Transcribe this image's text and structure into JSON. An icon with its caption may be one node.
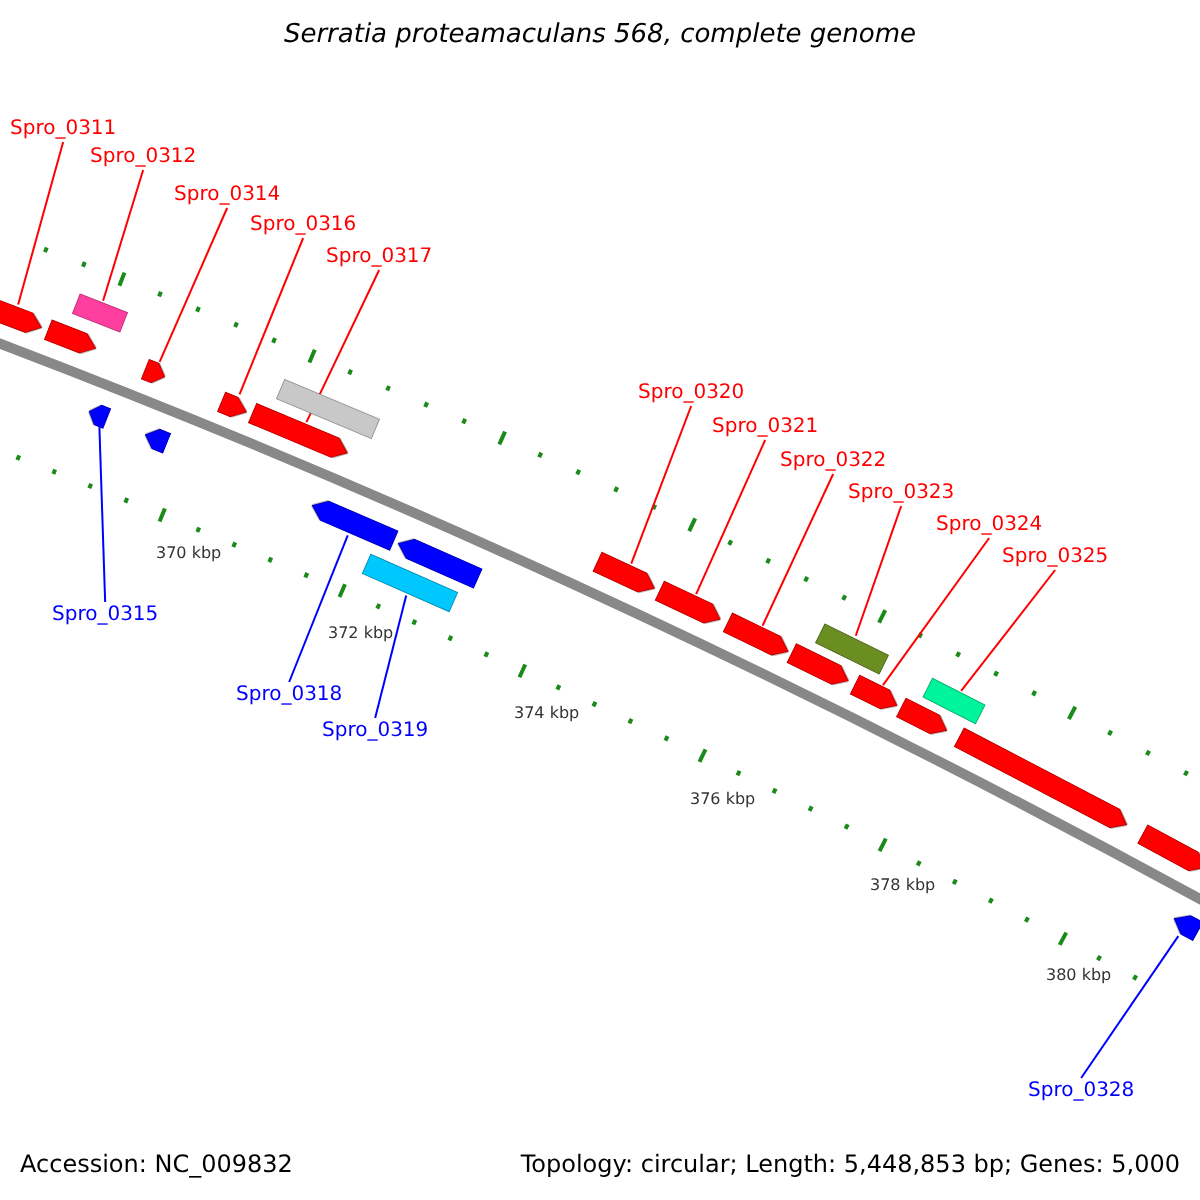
{
  "diagram": {
    "title": "Serratia proteamaculans 568, complete genome",
    "nodes": [
      {
        "text": [
          "Spro_0311"
        ]
      },
      {
        "text": [
          "Spro_0312"
        ]
      },
      {
        "text": [
          "Spro_0314"
        ]
      },
      {
        "text": [
          "Spro_0316"
        ]
      },
      {
        "text": [
          "Spro_0317"
        ]
      },
      {
        "text": [
          "Spro_0320"
        ]
      },
      {
        "text": [
          "Spro_0321"
        ]
      },
      {
        "text": [
          "Spro_0322"
        ]
      },
      {
        "text": [
          "Spro_0323"
        ]
      },
      {
        "text": [
          "Spro_0324"
        ]
      },
      {
        "text": [
          "Spro_0325"
        ]
      },
      {
        "text": [
          "Spro_0315"
        ]
      },
      {
        "text": [
          "Spro_0318"
        ]
      },
      {
        "text": [
          "Spro_0319"
        ]
      },
      {
        "text": [
          "Spro_0328"
        ]
      },
      {
        "text": [],
        "shape": "pentagon"
      },
      {
        "text": [],
        "shape": "box"
      },
      {
        "text": [],
        "shape": "pentagon"
      },
      {
        "text": [],
        "shape": "pentagon"
      },
      {
        "text": [],
        "shape": "pentagon"
      },
      {
        "text": [],
        "shape": "pentagon"
      },
      {
        "text": [],
        "shape": "pentagon"
      },
      {
        "text": [],
        "shape": "box"
      },
      {
        "text": [],
        "shape": "pentagon"
      },
      {
        "text": [],
        "shape": "pentagon"
      },
      {
        "text": [],
        "shape": "pentagon"
      },
      {
        "text": [],
        "shape": "box"
      },
      {
        "text": [],
        "shape": "pentagon"
      },
      {
        "text": [],
        "shape": "pentagon"
      },
      {
        "text": [],
        "shape": "pentagon"
      },
      {
        "text": [],
        "shape": "box"
      },
      {
        "text": [],
        "shape": "pentagon"
      },
      {
        "text": [],
        "shape": "pentagon"
      },
      {
        "text": [],
        "shape": "box"
      },
      {
        "text": [],
        "shape": "pentagon"
      },
      {
        "text": [],
        "shape": "pentagon"
      },
      {
        "text": [],
        "shape": "pentagon"
      },
      {
        "text": [],
        "shape": "pentagon"
      }
    ],
    "edges": [
      {
        "from": 0,
        "to": 15,
        "arrow": "none"
      },
      {
        "from": 1,
        "to": 16,
        "arrow": "none"
      },
      {
        "from": 2,
        "to": 18,
        "arrow": "none"
      },
      {
        "from": 11,
        "to": 19,
        "arrow": "none",
        "color": "#0000ff"
      },
      {
        "from": 3,
        "to": 21,
        "arrow": "none"
      },
      {
        "from": 4,
        "to": 23,
        "arrow": "none"
      },
      {
        "from": 12,
        "to": 24,
        "arrow": "none",
        "color": "#0000ff"
      },
      {
        "from": 13,
        "to": 26,
        "arrow": "none",
        "color": "#0000ff"
      },
      {
        "from": 5,
        "to": 27,
        "arrow": "none"
      },
      {
        "from": 6,
        "to": 28,
        "arrow": "none"
      },
      {
        "from": 7,
        "to": 29,
        "arrow": "none"
      },
      {
        "from": 8,
        "to": 30,
        "arrow": "none"
      },
      {
        "from": 9,
        "to": 32,
        "arrow": "none"
      },
      {
        "from": 10,
        "to": 33,
        "arrow": "none"
      },
      {
        "from": 14,
        "to": 37,
        "arrow": "none",
        "color": "#0000ff"
      }
    ],
    "labels": [
      "370 kbp",
      "372 kbp",
      "374 kbp",
      "376 kbp",
      "378 kbp",
      "380 kbp",
      "Accession: NC_009832",
      "Topology: circular; Length: 5,448,853 bp; Genes: 5,000"
    ]
  }
}
